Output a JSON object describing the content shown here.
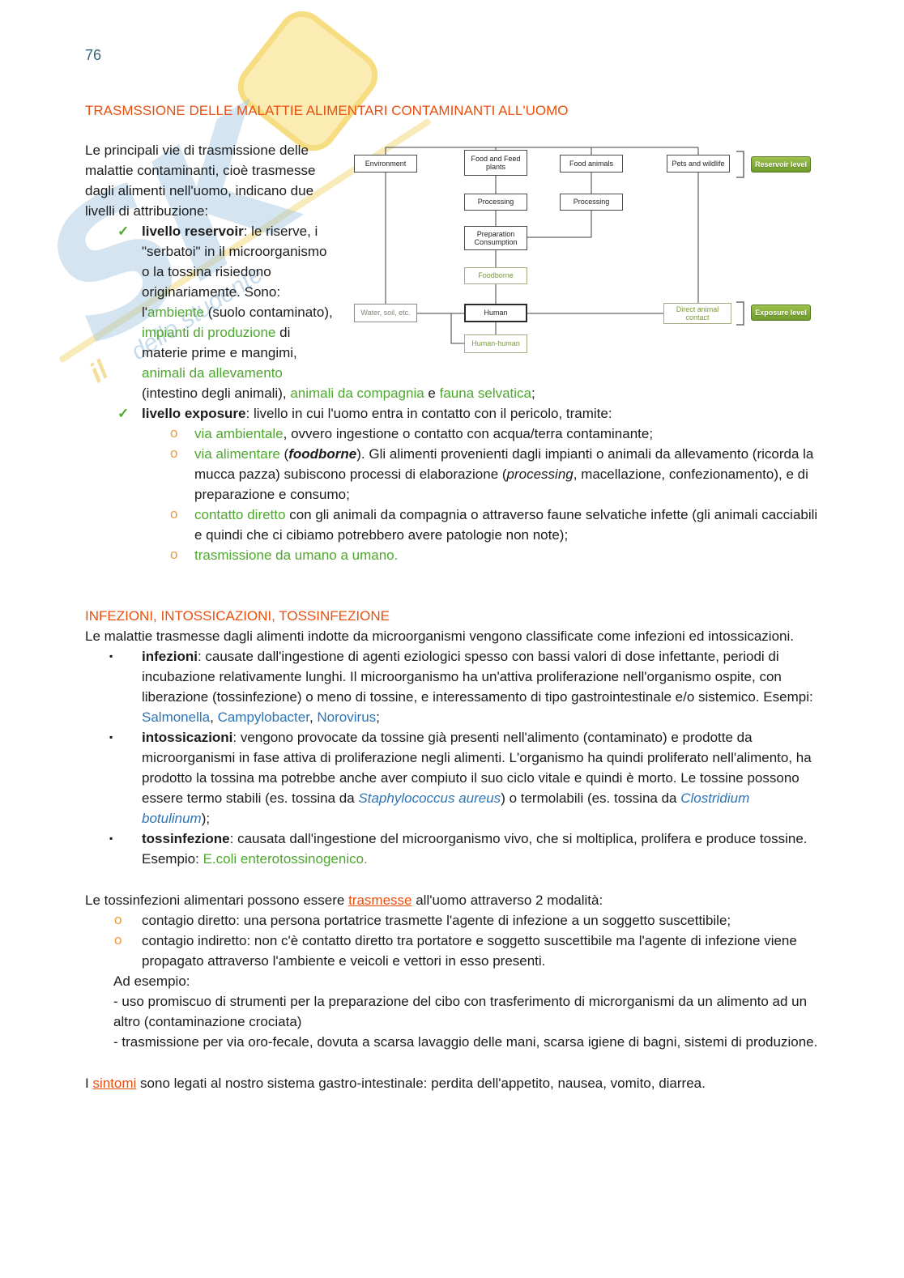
{
  "page": {
    "number": "76"
  },
  "markers": {
    "check": "✓",
    "circle": "o",
    "square": "▪"
  },
  "watermark": {
    "sk": "SK",
    "tagline": "dello studente",
    "il": "il"
  },
  "s1": {
    "title": "TRASMSSIONE DELLE MALATTIE ALIMENTARI CONTAMINANTI ALL'UOMO",
    "intro": "Le principali vie di trasmissione delle malattie contaminanti, cioè trasmesse dagli alimenti nell'uomo, indicano due livelli di attribuzione:",
    "b1_bold": "livello reservoir",
    "b1_t1": ": le riserve, i \"serbatoi\" in il microorganismo o la tossina risiedono originariamente. Sono: l'",
    "b1_g1": "ambiente",
    "b1_t2": " (suolo contaminato), ",
    "b1_g2": "impianti di produzione",
    "b1_t3": " di materie prime e mangimi, ",
    "b1_g3": "animali da allevamento",
    "b1_t4": " (intestino degli animali), ",
    "b1_g4": "animali da compagnia",
    "b1_t5": " e ",
    "b1_g5": "fauna selvatica",
    "b1_t6": ";",
    "b2_bold": "livello exposure",
    "b2_t1": ": livello in cui l'uomo entra in contatto con il pericolo, tramite:",
    "sub1_g": "via ambientale",
    "sub1_t": ", ovvero ingestione o contatto con acqua/terra contaminante;",
    "sub2_g": "via alimentare",
    "sub2_t1": " (",
    "sub2_i1": "foodborne",
    "sub2_t2": "). Gli alimenti provenienti dagli impianti o animali da allevamento (ricorda la mucca pazza) subiscono processi di elaborazione (",
    "sub2_i2": "processing",
    "sub2_t3": ", macellazione, confezionamento), e di preparazione e consumo;",
    "sub3_g": "contatto diretto",
    "sub3_t": " con gli animali da compagnia o attraverso faune selvatiche infette (gli animali cacciabili e quindi che ci cibiamo potrebbero avere patologie non note);",
    "sub4_g": "trasmissione da umano a umano."
  },
  "diagram": {
    "nodes": {
      "environment": "Environment",
      "food_feed_plants": "Food and Feed plants",
      "food_animals": "Food animals",
      "pets_wildlife": "Pets and wildlife",
      "processing1": "Processing",
      "processing2": "Processing",
      "preparation": "Preparation Consumption",
      "foodborne": "Foodborne",
      "water_soil": "Water, soil, etc.",
      "human": "Human",
      "direct_animal": "Direct animal contact",
      "human_human": "Human-human"
    },
    "labels": {
      "reservoir": "Reservoir level",
      "exposure": "Exposure level"
    }
  },
  "s2": {
    "title": "INFEZIONI, INTOSSICAZIONI, TOSSINFEZIONE",
    "intro": "Le malattie trasmesse dagli alimenti indotte da microorganismi vengono classificate come infezioni ed intossicazioni.",
    "b1_bold": "infezioni",
    "b1_t1": ": causate dall'ingestione di agenti eziologici spesso con bassi valori di dose infettante, periodi di incubazione relativamente lunghi. Il microorganismo ha un'attiva proliferazione nell'organismo ospite, con liberazione (tossinfezione) o meno di tossine, e interessamento di tipo gastrointestinale e/o sistemico. Esempi: ",
    "b1_l1": "Salmonella",
    "b1_t2": ", ",
    "b1_l2": "Campylobacter",
    "b1_t3": ", ",
    "b1_l3": "Norovirus",
    "b1_t4": ";",
    "b2_bold": "intossicazioni",
    "b2_t1": ": vengono provocate da tossine già presenti nell'alimento (contaminato) e prodotte da microorganismi in fase attiva di proliferazione negli alimenti. L'organismo ha quindi proliferato nell'alimento, ha prodotto la tossina ma potrebbe anche aver compiuto il suo ciclo vitale e quindi è morto. Le tossine possono essere termo stabili (es. tossina da ",
    "b2_l1": "Staphylococcus aureus",
    "b2_t2": ") o termolabili (es. tossina da ",
    "b2_l2": "Clostridium botulinum",
    "b2_t3": ");",
    "b3_bold": "tossinfezione",
    "b3_t1": ": causata dall'ingestione del microorganismo vivo, che si moltiplica, prolifera e produce tossine. Esempio: ",
    "b3_g1": "E.coli enterotossinogenico."
  },
  "s3": {
    "intro_t1": "Le tossinfezioni alimentari possono essere ",
    "intro_link": "trasmesse",
    "intro_t2": " all'uomo attraverso 2 modalità:",
    "o1": "contagio diretto: una persona portatrice trasmette l'agente di infezione a un soggetto suscettibile;",
    "o2": "contagio indiretto: non c'è contatto diretto tra portatore e soggetto suscettibile ma l'agente di infezione viene propagato attraverso l'ambiente e veicoli e vettori in esso presenti.",
    "ex_label": "Ad esempio:",
    "ex1": "- uso promiscuo di strumenti per la preparazione del cibo con trasferimento di microrganismi da un alimento ad un altro (contaminazione crociata)",
    "ex2": "- trasmissione per via oro-fecale, dovuta a scarsa lavaggio delle mani, scarsa igiene di bagni, sistemi di produzione."
  },
  "s4": {
    "t1": "I ",
    "link": "sintomi",
    "t2": " sono legati al nostro sistema gastro-intestinale: perdita dell'appetito, nausea, vomito, diarrea."
  }
}
